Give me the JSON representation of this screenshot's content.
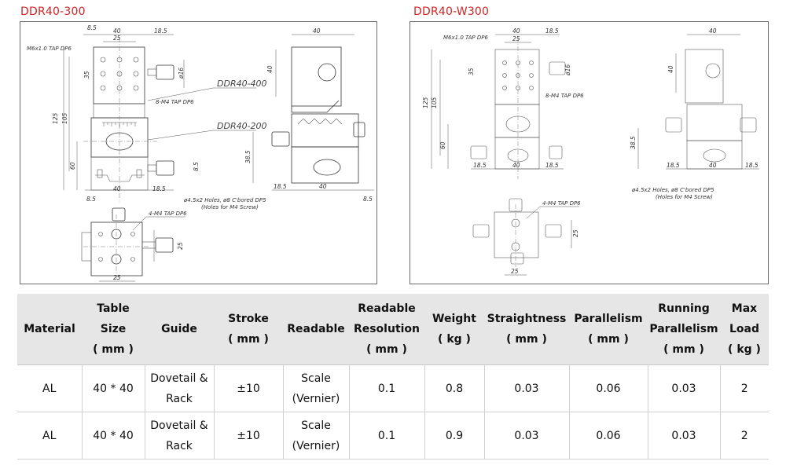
{
  "panels": {
    "left_title": "DDR40-300",
    "right_title": "DDR40-W300"
  },
  "left_drawing": {
    "top_dims": [
      "8.5",
      "40",
      "18.5",
      "25"
    ],
    "tap_note_m6": "M6x1.0 TAP DP6",
    "tap_note_m4": "8-M4 TAP DP6",
    "tap_note_m4b": "4-M4 TAP DP6",
    "holes_note_1": "ø4.5x2 Holes, ø8 C'bored DP5",
    "holes_note_2": "(Holes for M4 Screw)",
    "tag_400": "DDR40-400",
    "tag_200": "DDR40-200",
    "dims": [
      "125",
      "105",
      "60",
      "35",
      "ø16",
      "8.5",
      "40",
      "18.5",
      "8.5",
      "38.5",
      "40",
      "18.5",
      "25",
      "40",
      "25",
      "8.5",
      "8.5"
    ]
  },
  "right_drawing": {
    "top_dims": [
      "40",
      "25",
      "18.5"
    ],
    "tap_note_m6": "M6x1.0 TAP DP6",
    "tap_note_m4": "8-M4 TAP DP6",
    "tap_note_m4b": "4-M4 TAP DP6",
    "holes_note_1": "ø4.5x2 Holes, ø8 C'bored DP5",
    "holes_note_2": "(Holes for M4 Screw)",
    "dims": [
      "125",
      "105",
      "60",
      "35",
      "ø16",
      "18.5",
      "40",
      "18.5",
      "38.5",
      "40",
      "40",
      "18.5",
      "25",
      "25",
      "25"
    ]
  },
  "table": {
    "headers": [
      [
        "Material"
      ],
      [
        "Table",
        "Size",
        "( mm )"
      ],
      [
        "Guide"
      ],
      [
        "Stroke",
        "( mm )"
      ],
      [
        "Readable"
      ],
      [
        "Readable",
        "Resolution",
        "( mm )"
      ],
      [
        "Weight",
        "( kg )"
      ],
      [
        "Straightness",
        "( mm )"
      ],
      [
        "Parallelism",
        "( mm )"
      ],
      [
        "Running",
        "Parallelism",
        "( mm )"
      ],
      [
        "Max",
        "Load",
        "( kg )"
      ]
    ],
    "rows": [
      [
        [
          "AL"
        ],
        [
          "40 * 40"
        ],
        [
          "Dovetail &",
          "Rack"
        ],
        [
          "±10"
        ],
        [
          "Scale",
          "(Vernier)"
        ],
        [
          "0.1"
        ],
        [
          "0.8"
        ],
        [
          "0.03"
        ],
        [
          "0.06"
        ],
        [
          "0.03"
        ],
        [
          "2"
        ]
      ],
      [
        [
          "AL"
        ],
        [
          "40 * 40"
        ],
        [
          "Dovetail &",
          "Rack"
        ],
        [
          "±10"
        ],
        [
          "Scale",
          "(Vernier)"
        ],
        [
          "0.1"
        ],
        [
          "0.9"
        ],
        [
          "0.03"
        ],
        [
          "0.06"
        ],
        [
          "0.03"
        ],
        [
          "2"
        ]
      ]
    ]
  }
}
